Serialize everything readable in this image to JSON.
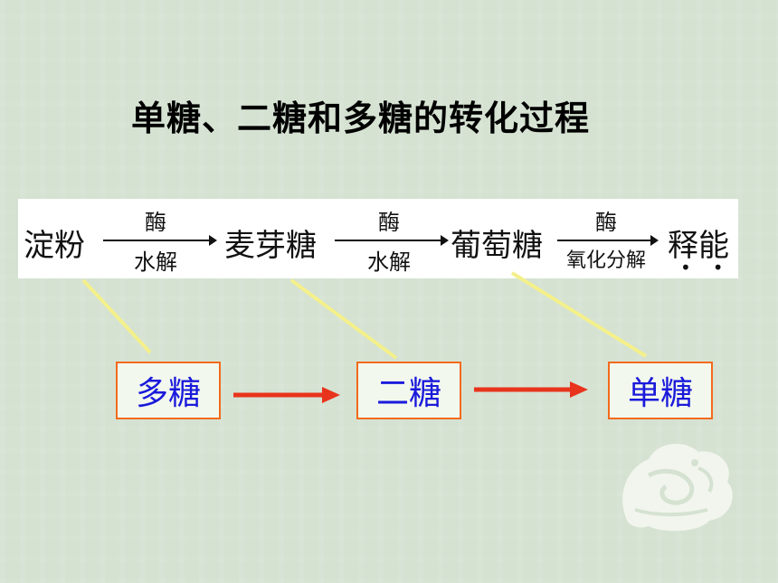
{
  "title": "单糖、二糖和多糖的转化过程",
  "reaction": {
    "starch": "淀粉",
    "maltose": "麦芽糖",
    "glucose": "葡萄糖",
    "energy": "释能",
    "step1": {
      "above": "酶",
      "below": "水解"
    },
    "step2": {
      "above": "酶",
      "below": "水解"
    },
    "step3": {
      "above": "酶",
      "below": "氧化分解"
    },
    "dots": "••"
  },
  "classes": {
    "poly": "多糖",
    "di": "二糖",
    "mono": "单糖"
  },
  "colors": {
    "box_border": "#f26a1b",
    "class_text": "#1a1adb",
    "arrow_red": "#e8341c",
    "connector_yellow": "#f4f08a"
  }
}
